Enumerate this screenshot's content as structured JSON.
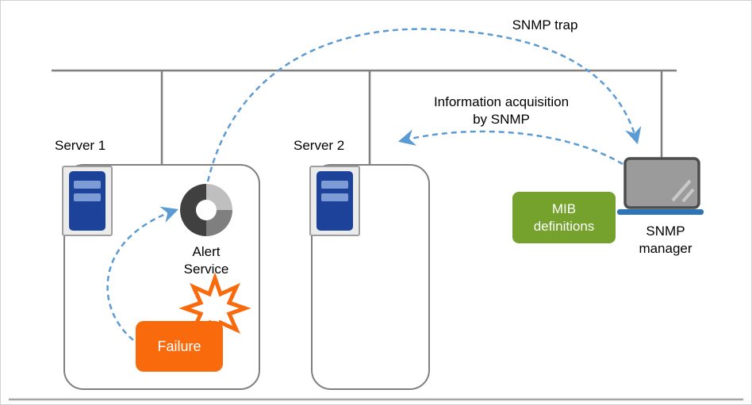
{
  "diagram": {
    "title": "SNMP monitoring diagram",
    "labels": {
      "snmp_trap": "SNMP trap",
      "information_acquisition": "Information acquisition\nby SNMP",
      "server1": "Server 1",
      "server2": "Server 2",
      "alert_service": "Alert\nService",
      "failure": "Failure",
      "mib_definitions": "MIB\ndefinitions",
      "snmp_manager": "SNMP\nmanager"
    },
    "icons": {
      "server": "server-icon",
      "alert_service": "donut-chart-icon",
      "failure_burst": "explosion-icon",
      "snmp_manager": "laptop-icon"
    },
    "colors": {
      "arrow_blue": "#5b9bd5",
      "network_line_gray": "#7f7f7f",
      "server_body_blue": "#1c4299",
      "server_bar_blue": "#7d9cd6",
      "failure_orange": "#f96a0c",
      "mib_green": "#74a22d",
      "laptop_base_blue": "#2e75b6",
      "donut_dark": "#404040",
      "donut_mid": "#7f7f7f",
      "donut_light": "#bfbfbf"
    }
  }
}
